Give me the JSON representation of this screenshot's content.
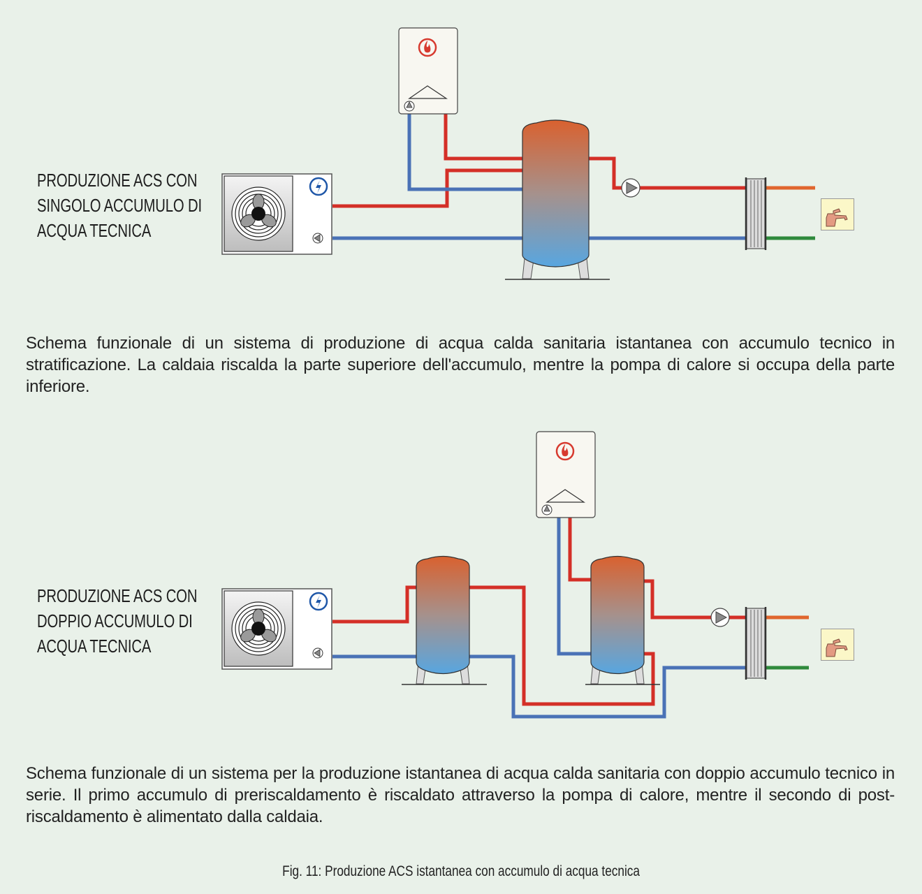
{
  "colors": {
    "hot_pipe": "#d42f27",
    "cold_pipe": "#4a72b6",
    "dhw_hot": "#e0662e",
    "dhw_cold": "#2f8a3c",
    "background": "#e9f1e9"
  },
  "diagram1": {
    "title_lines": [
      "PRODUZIONE ACS CON",
      "SINGOLO ACCUMULO DI",
      "ACQUA TECNICA"
    ],
    "description": "Schema funzionale di un sistema di produzione di acqua calda sanitaria istantanea con accumulo tecnico in stratificazione. La caldaia riscalda la parte superiore dell'accumulo, mentre la pompa di calore si occupa della parte inferiore."
  },
  "diagram2": {
    "title_lines": [
      "PRODUZIONE ACS CON",
      "DOPPIO ACCUMULO DI",
      "ACQUA TECNICA"
    ],
    "description": "Schema funzionale di un sistema per la produzione istantanea di acqua calda sanitaria con doppio accumulo tecnico in serie. Il primo accumulo di preriscaldamento è riscaldato attraverso la pompa di calore, mentre il secondo di post-riscaldamento è alimentato dalla caldaia."
  },
  "caption": "Fig. 11: Produzione ACS istantanea con accumulo di acqua tecnica",
  "icons": [
    "heat-pump-icon",
    "fan-icon",
    "lightning-icon",
    "boiler-icon",
    "flame-icon",
    "pump-icon",
    "tank-icon",
    "heat-exchanger-icon",
    "tap-icon"
  ]
}
